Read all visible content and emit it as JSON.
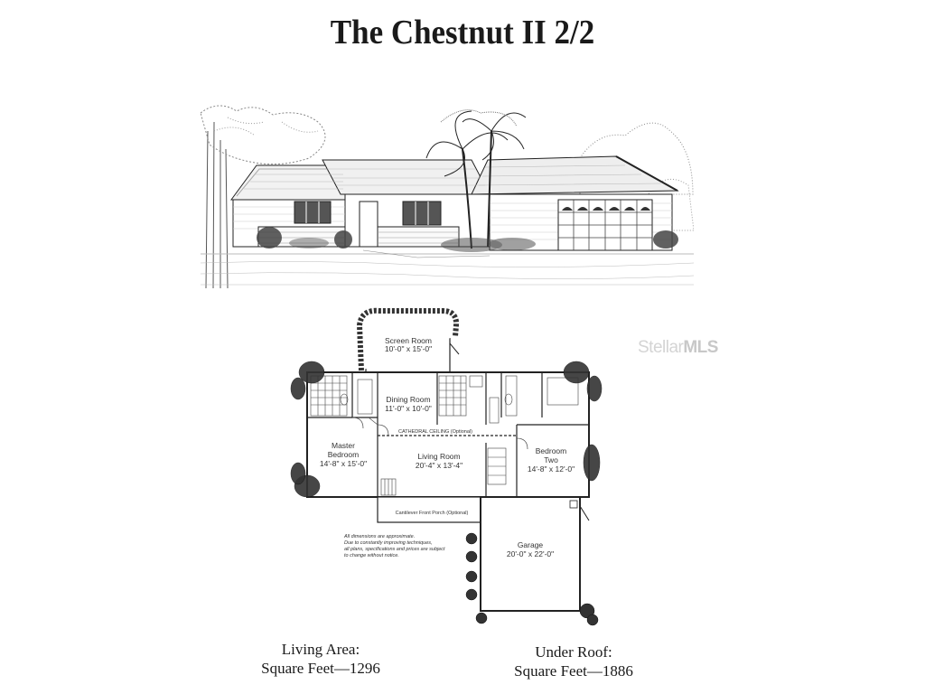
{
  "title": "The Chestnut II 2/2",
  "watermark": {
    "brand_a": "Stellar",
    "brand_b": "MLS"
  },
  "rooms": {
    "screen_room": {
      "name": "Screen Room",
      "dims": "10'-0\" x 15'-0\""
    },
    "dining_room": {
      "name": "Dining Room",
      "dims": "11'-0\" x 10'-0\""
    },
    "master_bedroom": {
      "name_1": "Master",
      "name_2": "Bedroom",
      "dims": "14'-8\" x 15'-0\""
    },
    "living_room": {
      "name": "Living Room",
      "dims": "20'-4\" x 13'-4\""
    },
    "bedroom_two": {
      "name_1": "Bedroom",
      "name_2": "Two",
      "dims": "14'-8\" x 12'-0\""
    },
    "garage": {
      "name": "Garage",
      "dims": "20'-0\" x 22'-0\""
    }
  },
  "plan_notes": {
    "cathedral": "CATHEDRAL CEILING (Optional)",
    "porch": "Cantilever Front Porch (Optional)",
    "disclaimer": [
      "All dimensions are approximate.",
      "Due to constantly improving techniques,",
      "all plans, specifications and prices are subject",
      "to change without notice."
    ]
  },
  "stats": {
    "living_area_label": "Living Area:",
    "living_area_value": "Square Feet—1296",
    "under_roof_label": "Under Roof:",
    "under_roof_value": "Square Feet—1886"
  }
}
